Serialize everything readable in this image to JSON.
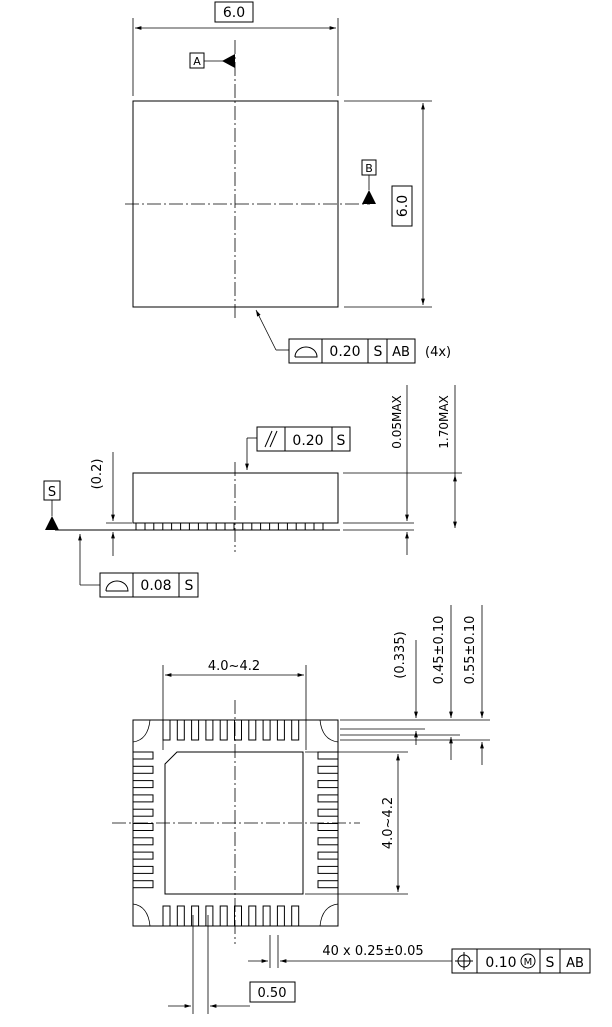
{
  "top_view": {
    "width_dim": "6.0",
    "height_dim": "6.0",
    "datum_a": "A",
    "datum_b": "B",
    "profile_fcf": {
      "tolerance": "0.20",
      "modifier": "S",
      "datums": "AB",
      "count_note": "(4x)"
    }
  },
  "side_view": {
    "datum_s": "S",
    "standoff_ref": "(0.2)",
    "max_standoff": "0.05MAX",
    "max_height": "1.70MAX",
    "parallel_fcf": {
      "tolerance": "0.20",
      "datum": "S"
    },
    "flatness_fcf": {
      "tolerance": "0.08",
      "datum": "S"
    }
  },
  "bottom_view": {
    "pad_width_dim": "4.0~4.2",
    "pad_height_dim": "4.0~4.2",
    "dim_ref_0335": "(0.335)",
    "dim_045": "0.45±0.10",
    "dim_055": "0.55±0.10",
    "lead_note": "40 x 0.25±0.05",
    "pitch": "0.50",
    "position_fcf": {
      "tolerance": "0.10",
      "modifier": "M",
      "datum1": "S",
      "datums": "AB"
    }
  }
}
